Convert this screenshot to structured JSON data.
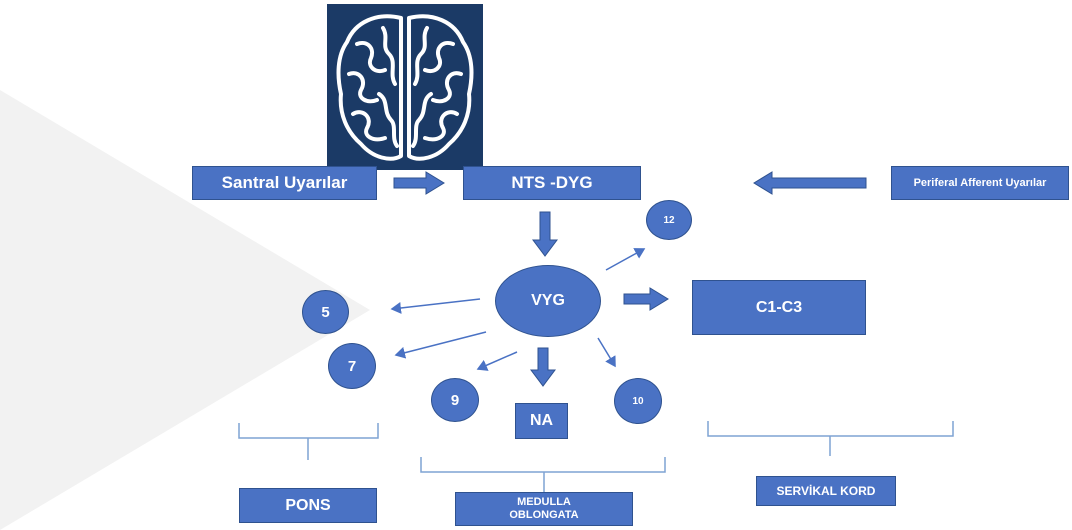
{
  "nodes": {
    "santral": "Santral Uyarılar",
    "nts": "NTS -DYG",
    "periferal": "Periferal Afferent Uyarılar",
    "vyg": "VYG",
    "c1c3": "C1-C3",
    "na": "NA",
    "n5": "5",
    "n7": "7",
    "n9": "9",
    "n10": "10",
    "n12": "12"
  },
  "groups": {
    "pons": "PONS",
    "medulla": "MEDULLA OBLONGATA",
    "servikal": "SERVİKAL KORD"
  },
  "colors": {
    "node_fill": "#4a72c4",
    "node_border": "#2f528f",
    "bracket": "#7fa3d3",
    "brain_bg": "#1b3a66",
    "watermark": "#f2f2f2"
  },
  "icons": {
    "brain": "brain-icon"
  }
}
